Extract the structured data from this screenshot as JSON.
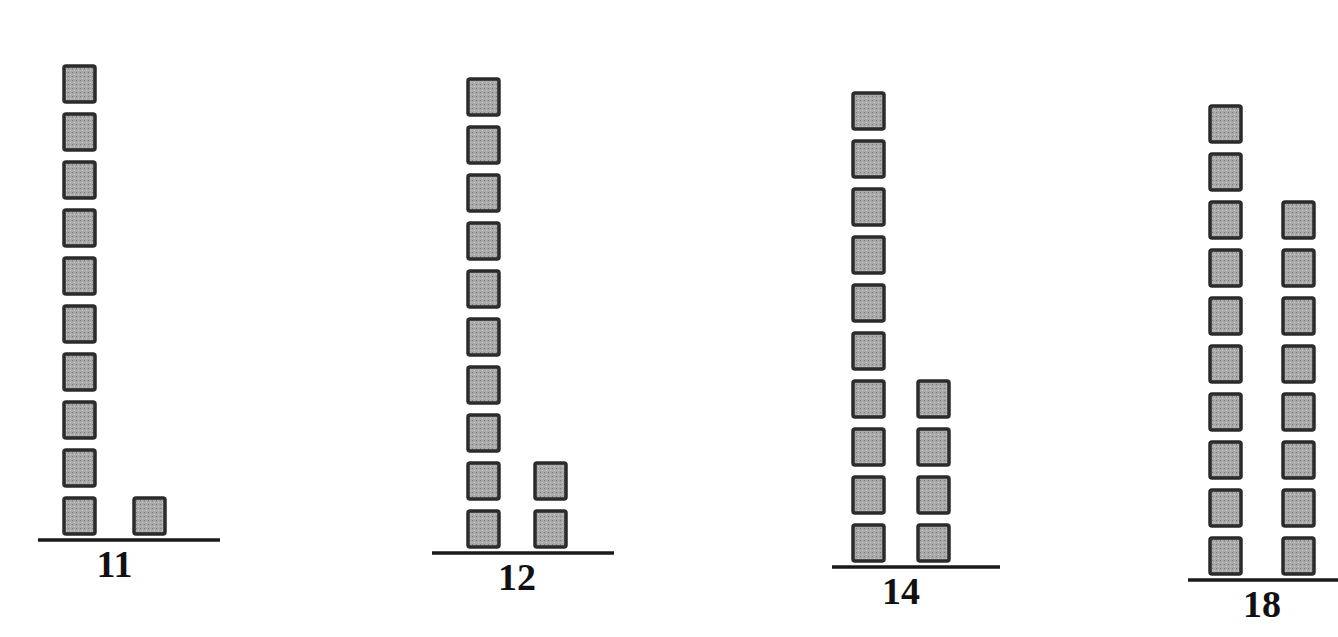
{
  "diagram": {
    "labels": [
      "11",
      "12",
      "14",
      "18"
    ]
  }
}
